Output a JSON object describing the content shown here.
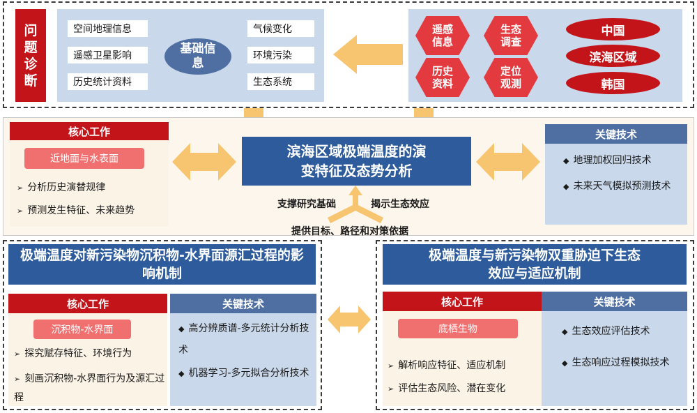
{
  "top": {
    "side_label": "问题诊断",
    "left_tags": [
      "空间地理信息",
      "遥感卫星影响",
      "历史统计资料"
    ],
    "right_tags": [
      "气候变化",
      "环境污染",
      "生态系统"
    ],
    "center_oval": "基础信息",
    "hexagons": [
      "遥感信息",
      "生态调查",
      "历史资料",
      "定位观测"
    ],
    "regions": [
      "中国",
      "滨海区域",
      "韩国"
    ]
  },
  "middle": {
    "core_header": "核心工作",
    "core_pill": "近地面与水表面",
    "core_bullets": [
      "分析历史演替规律",
      "预测发生特征、未来趋势"
    ],
    "center_title": "滨海区域极端温度的演变特征及态势分析",
    "tech_header": "关键技术",
    "tech_bullets": [
      "地理加权回归技术",
      "未来天气模拟预测技术"
    ],
    "label_left": "支撑研究基础",
    "label_right": "揭示生态效应",
    "label_bottom": "提供目标、路径和对策依据"
  },
  "bottom_left": {
    "title": "极端温度对新污染物沉积物-水界面源汇过程的影响机制",
    "core_header": "核心工作",
    "core_pill": "沉积物-水界面",
    "core_bullets": [
      "探究赋存特征、环境行为",
      "刻画沉积物-水界面行为及源汇过程"
    ],
    "tech_header": "关键技术",
    "tech_bullets": [
      "高分辨质谱-多元统计分析技术",
      "机器学习-多元拟合分析技术"
    ]
  },
  "bottom_right": {
    "title": "极端温度与新污染物双重胁迫下生态效应与适应机制",
    "core_header": "核心工作",
    "core_pill": "底栖生物",
    "core_bullets": [
      "解析响应特征、适应机制",
      "评估生态风险、潜在变化"
    ],
    "tech_header": "关键技术",
    "tech_bullets": [
      "生态效应评估技术",
      "生态响应过程模拟技术"
    ]
  },
  "colors": {
    "red": "#c3141a",
    "navy": "#2d5b9c",
    "steel_blue": "#4f6fa3",
    "light_blue": "#c9d8ea",
    "cream": "#fbf3e6",
    "arrow_orange": "#f7c56f",
    "pink": "#f07070"
  }
}
